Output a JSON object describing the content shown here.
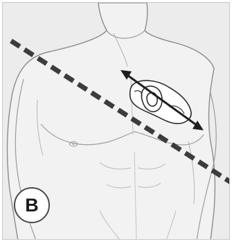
{
  "panel": {
    "label": "B"
  },
  "illustration": {
    "subject": "male-torso",
    "placement_line_style": "dashed",
    "placement_arrow": "double-headed"
  },
  "colors": {
    "background": "#ececec",
    "skin": "#f1f1f1",
    "outline": "#8a8a8a",
    "dashed_line": "#3c3c3c",
    "arrow": "#1e1e1e"
  }
}
